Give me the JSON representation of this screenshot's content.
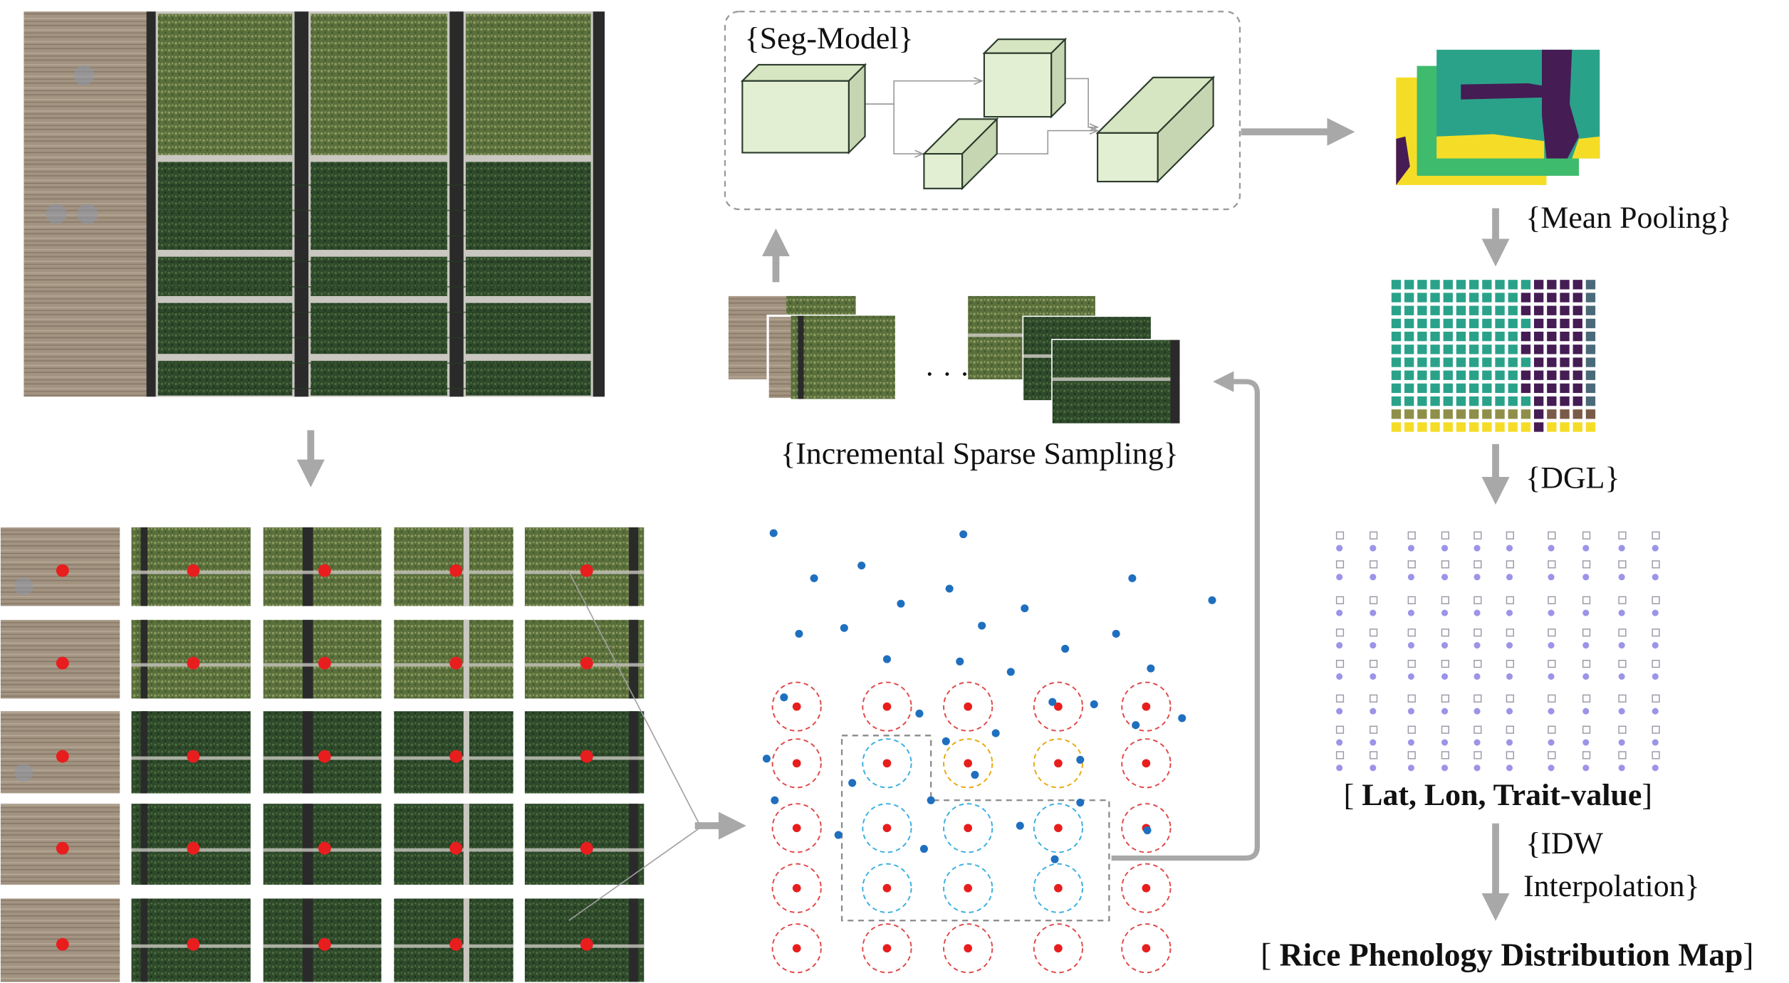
{
  "labels": {
    "seg_model": "{Seg-Model}",
    "mean_pooling": "{Mean Pooling}",
    "incremental_sampling": "{Incremental Sparse Sampling}",
    "dgl": "{DGL}",
    "lat_lon_open": "[ ",
    "lat_lon_bold": "Lat, Lon, Trait-value",
    "lat_lon_close": "]",
    "idw_line1": "{IDW",
    "idw_line2": "Interpolation}",
    "result_open": "[ ",
    "result_bold": "Rice Phenology Distribution Map",
    "result_close": "]"
  },
  "ellipsis": "· · ·",
  "colors": {
    "soil": "#a39381",
    "soil_dark": "#8a7b6b",
    "crop_light": "#5f7440",
    "crop_dark": "#2f4a2a",
    "path": "#c9c7c0",
    "channel": "#2a2a2a",
    "red_dot": "#e81e1e",
    "blue_dot": "#1f6fbf",
    "red_ring": "#e04848",
    "cyan_ring": "#3aaee0",
    "yellow_ring": "#e8a90c",
    "gray_dash": "#8a8a8a",
    "arrow": "#a8a8a8",
    "cube_face": "#e3efd3",
    "cube_side": "#c7d6b2",
    "cube_top": "#d6e5c2",
    "teal": "#2aa28a",
    "purple": "#451c54",
    "yellow": "#f5dd27",
    "green": "#3fbb6e",
    "olive": "#8f8f4a",
    "node_square": "#9a9aa8",
    "node_dot": "#9c94e8"
  }
}
